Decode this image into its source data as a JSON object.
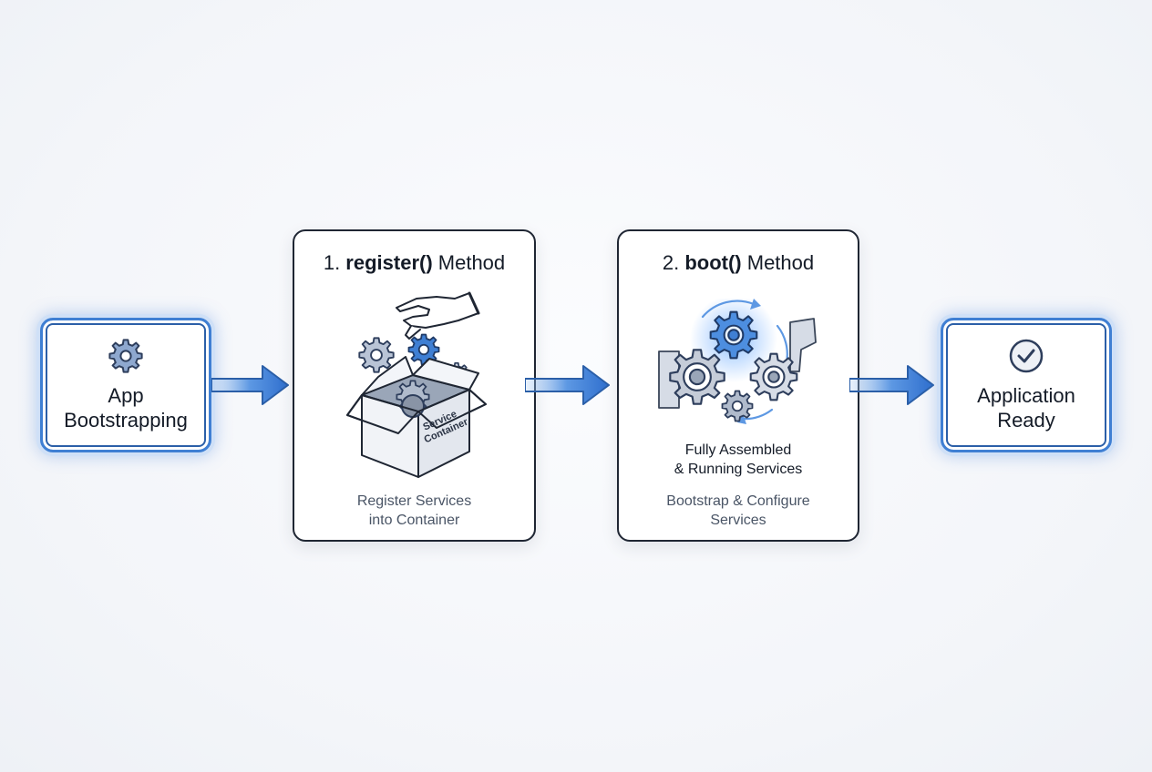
{
  "nodes": {
    "start": {
      "label": "App\nBootstrapping",
      "icon": "gear-icon"
    },
    "register": {
      "title_prefix": "1. ",
      "title_bold": "register()",
      "title_suffix": " Method",
      "box_label": "Service\nContainer",
      "caption": "Register Services\ninto Container",
      "illustration": "box-with-gears-and-hand-icon"
    },
    "boot": {
      "title_prefix": "2. ",
      "title_bold": "boot()",
      "title_suffix": " Method",
      "illustration_label": "Fully Assembled\n& Running Services",
      "caption": "Bootstrap & Configure\nServices",
      "illustration": "interlocking-gears-icon"
    },
    "end": {
      "label": "Application\nReady",
      "icon": "checkmark-circle-icon"
    }
  },
  "colors": {
    "accent": "#3f7fd3",
    "accent_dark": "#2b5fa8",
    "gear": "#5b6b85",
    "ink": "#1f2633"
  }
}
